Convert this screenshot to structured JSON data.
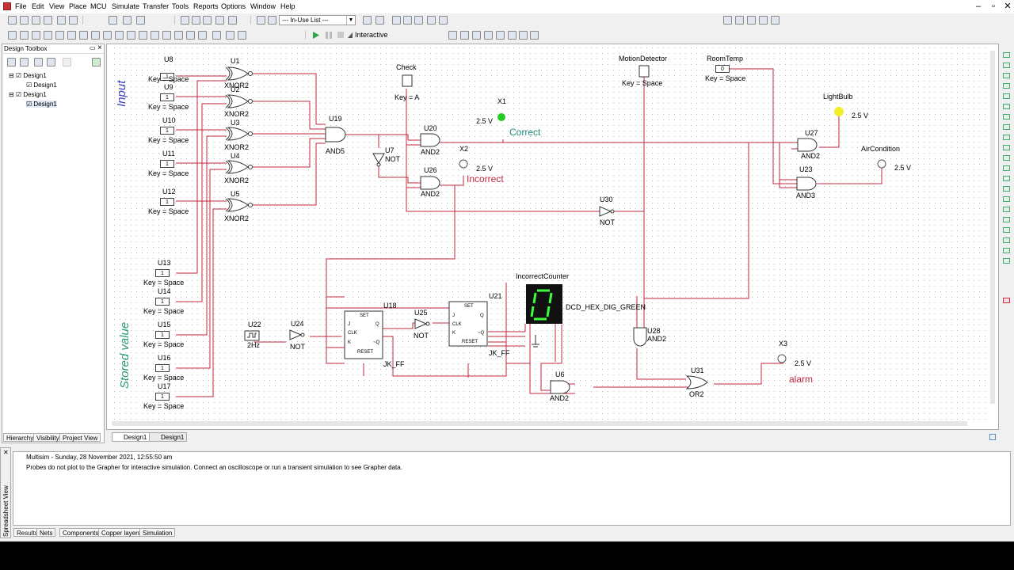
{
  "menu": [
    "File",
    "Edit",
    "View",
    "Place",
    "MCU",
    "Simulate",
    "Transfer",
    "Tools",
    "Reports",
    "Options",
    "Window",
    "Help"
  ],
  "window_controls": {
    "minimize": "–",
    "restore": "▫",
    "close": "✕"
  },
  "toolbar": {
    "in_use_list": "--- In-Use List ---",
    "interactive": "Interactive"
  },
  "toolbox": {
    "title": "Design Toolbox",
    "close": "×",
    "pin": "▭",
    "tree": [
      "Design1",
      "Design1",
      "Design1",
      "Design1"
    ],
    "bottom_tabs": [
      "Hierarchy",
      "Visibility",
      "Project View"
    ]
  },
  "design_tabs": [
    "Design1",
    "Design1"
  ],
  "schematic": {
    "input_label": "Input",
    "stored_label": "Stored value",
    "input_keys": [
      {
        "ref": "U8",
        "key": "Key = Space",
        "val": "1"
      },
      {
        "ref": "U9",
        "key": "Key = Space",
        "val": "1"
      },
      {
        "ref": "U10",
        "key": "Key = Space",
        "val": "1"
      },
      {
        "ref": "U11",
        "key": "Key = Space",
        "val": "1"
      },
      {
        "ref": "U12",
        "key": "Key = Space",
        "val": "1"
      }
    ],
    "stored_keys": [
      {
        "ref": "U13",
        "key": "Key = Space",
        "val": "1"
      },
      {
        "ref": "U14",
        "key": "Key = Space",
        "val": "1"
      },
      {
        "ref": "U15",
        "key": "Key = Space",
        "val": "1"
      },
      {
        "ref": "U16",
        "key": "Key = Space",
        "val": "1"
      },
      {
        "ref": "U17",
        "key": "Key = Space",
        "val": "1"
      }
    ],
    "xnor_gates": [
      {
        "ref": "U1",
        "type": "XNOR2"
      },
      {
        "ref": "U2",
        "type": "XNOR2"
      },
      {
        "ref": "U3",
        "type": "XNOR2"
      },
      {
        "ref": "U4",
        "type": "XNOR2"
      },
      {
        "ref": "U5",
        "type": "XNOR2"
      }
    ],
    "u19": {
      "ref": "U19",
      "type": "AND5"
    },
    "check": {
      "title": "Check",
      "key": "Key = A"
    },
    "u7": {
      "ref": "U7",
      "type": "NOT"
    },
    "u20": {
      "ref": "U20",
      "type": "AND2"
    },
    "u26": {
      "ref": "U26",
      "type": "AND2"
    },
    "x1": {
      "ref": "X1",
      "volt": "2.5 V",
      "label": "Correct"
    },
    "x2": {
      "ref": "X2",
      "volt": "2.5 V",
      "label": "Incorrect"
    },
    "u30": {
      "ref": "U30",
      "type": "NOT"
    },
    "motion": {
      "title": "MotionDetector",
      "key": "Key = Space"
    },
    "roomtemp": {
      "title": "RoomTemp",
      "key": "Key = Space",
      "val": "0"
    },
    "lightbulb": {
      "title": "LightBulb",
      "volt": "2.5 V"
    },
    "u27": {
      "ref": "U27",
      "type": "AND2"
    },
    "u23": {
      "ref": "U23",
      "type": "AND3"
    },
    "aircon": {
      "title": "AirCondition",
      "volt": "2.5 V"
    },
    "u22": {
      "ref": "U22",
      "freq": "2Hz"
    },
    "u24": {
      "ref": "U24",
      "type": "NOT"
    },
    "u18": {
      "ref": "U18",
      "type": "JK_FF"
    },
    "u25": {
      "ref": "U25",
      "type": "NOT"
    },
    "u21": {
      "ref": "U21",
      "type": "JK_FF"
    },
    "counter": {
      "title": "IncorrectCounter",
      "digit": "0",
      "type": "DCD_HEX_DIG_GREEN"
    },
    "u28": {
      "ref": "U28",
      "type": "AND2"
    },
    "u6": {
      "ref": "U6",
      "type": "AND2"
    },
    "u31": {
      "ref": "U31",
      "type": "OR2"
    },
    "x3": {
      "ref": "X3",
      "volt": "2.5 V",
      "label": "alarm"
    },
    "ff_pins": {
      "set": "SET",
      "reset": "RESET",
      "j": "J",
      "k": "K",
      "clk": "CLK",
      "q": "Q",
      "qn": "~Q"
    }
  },
  "output": {
    "side_label": "Spreadsheet View",
    "header": "Multisim  -  Sunday, 28 November 2021, 12:55:50 am",
    "message": "Probes do not plot to the Grapher for interactive simulation. Connect an oscilloscope or run a transient simulation to see Grapher data.",
    "tabs": [
      "Results",
      "Nets",
      "Components",
      "Copper layers",
      "Simulation"
    ]
  },
  "colors": {
    "wire": "#c0283e",
    "label_blue": "#3b3fbf",
    "label_green": "#2a9a6a",
    "correct": "#1f8c78",
    "incorrect": "#c0283e",
    "probe_green": "#22cc22",
    "probe_yellow": "#f2ee2a",
    "seg_green": "#3cff3c"
  }
}
